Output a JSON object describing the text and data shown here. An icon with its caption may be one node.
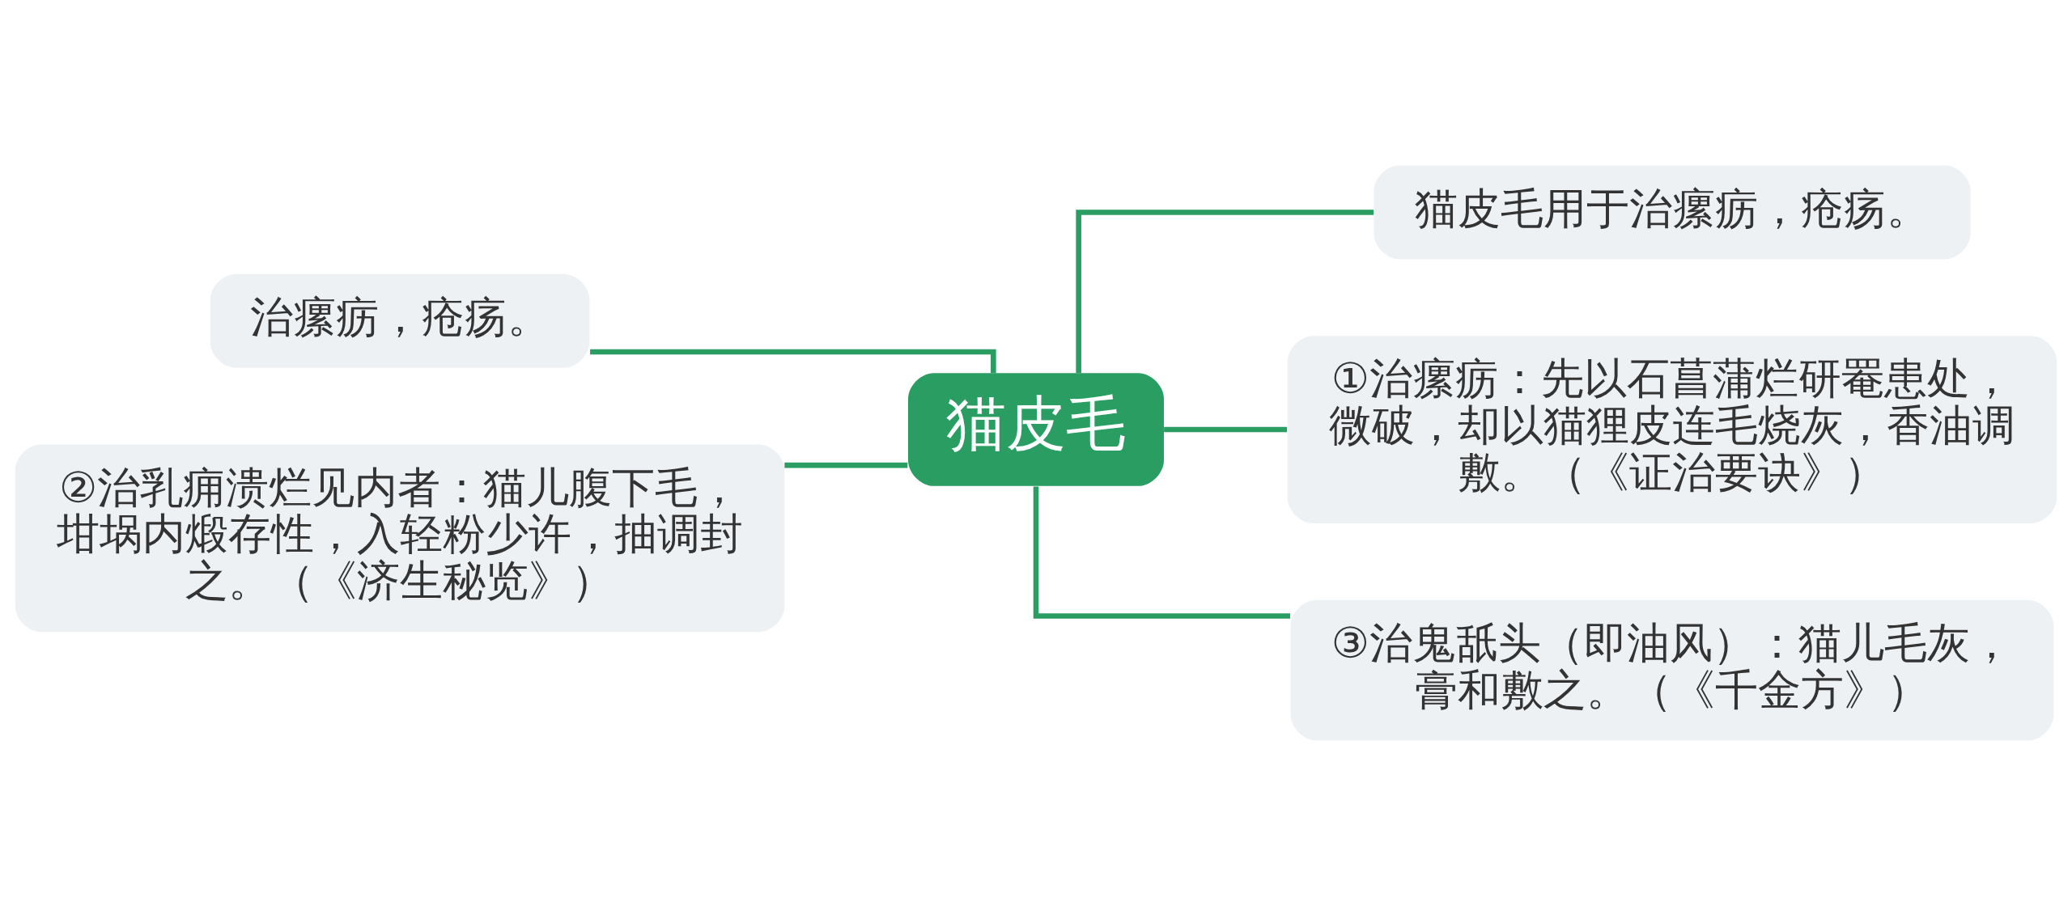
{
  "diagram": {
    "nodes": [
      {
        "text": [
          "猫皮毛"
        ]
      },
      {
        "text": [
          "治瘰疬，疮疡。"
        ]
      },
      {
        "text": [
          "②治乳痈溃烂见内者：猫儿腹下毛，坩埚内煅存性，入轻粉少许，抽调封之。（《济生秘览》）"
        ]
      },
      {
        "text": [
          "猫皮毛用于治瘰疬，疮疡。"
        ]
      },
      {
        "text": [
          "①治瘰疬：先以石菖蒲烂研罨患处，微破，却以猫狸皮连毛烧灰，香油调敷。（《证治要诀》）"
        ]
      },
      {
        "text": [
          "③治鬼舐头（即油风）：猫儿毛灰，膏和敷之。（《千金方》）"
        ]
      }
    ],
    "edges": [
      {
        "from": 0,
        "to": 1,
        "arrow": "none"
      },
      {
        "from": 0,
        "to": 2,
        "arrow": "none"
      },
      {
        "from": 0,
        "to": 3,
        "arrow": "none"
      },
      {
        "from": 0,
        "to": 4,
        "arrow": "none"
      },
      {
        "from": 0,
        "to": 5,
        "arrow": "none"
      }
    ]
  }
}
